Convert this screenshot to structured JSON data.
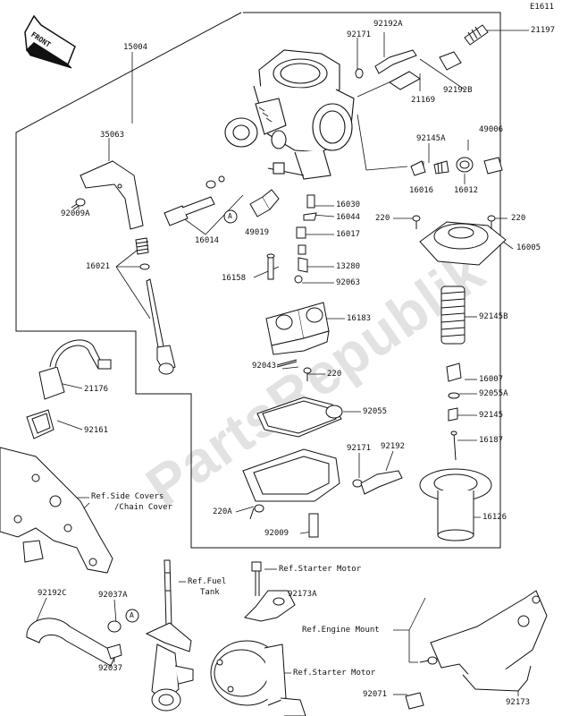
{
  "diagram_code": "E1611",
  "front_label": "FRONT",
  "watermark": "PartsRepublik",
  "parts": {
    "p15004": "15004",
    "p35063": "35063",
    "p92009a": "92009A",
    "p16021": "16021",
    "p16014": "16014",
    "p49019": "49019",
    "p21176": "21176",
    "p92161": "92161",
    "p92171_top": "92171",
    "p92192a": "92192A",
    "p21197": "21197",
    "p21169": "21169",
    "p92192b": "92192B",
    "p92145a": "92145A",
    "p49006": "49006",
    "p16016": "16016",
    "p16012": "16012",
    "p220_left": "220",
    "p220_right": "220",
    "p16005": "16005",
    "p16030": "16030",
    "p16044": "16044",
    "p16017": "16017",
    "p13280": "13280",
    "p16158": "16158",
    "p92063": "92063",
    "p16183": "16183",
    "p92145b": "92145B",
    "p92043": "92043",
    "p220_mid": "220",
    "p16007": "16007",
    "p92055a": "92055A",
    "p92055": "92055",
    "p92145": "92145",
    "p16187": "16187",
    "p92171_bot": "92171",
    "p92192": "92192",
    "p220a": "220A",
    "p16126": "16126",
    "p92009": "92009",
    "p92192c": "92192C",
    "p92037a": "92037A",
    "p92037": "92037",
    "p92173a": "92173A",
    "p92071": "92071",
    "p92173": "92173"
  },
  "references": {
    "side_covers": "Ref.Side Covers",
    "chain_cover": "/Chain Cover",
    "fuel_tank_1": "Ref.Fuel",
    "fuel_tank_2": "Tank",
    "starter_motor_1": "Ref.Starter Motor",
    "engine_mount": "Ref.Engine Mount",
    "starter_motor_2": "Ref.Starter Motor"
  },
  "callouts": {
    "a_upper": "A",
    "a_lower": "A"
  }
}
